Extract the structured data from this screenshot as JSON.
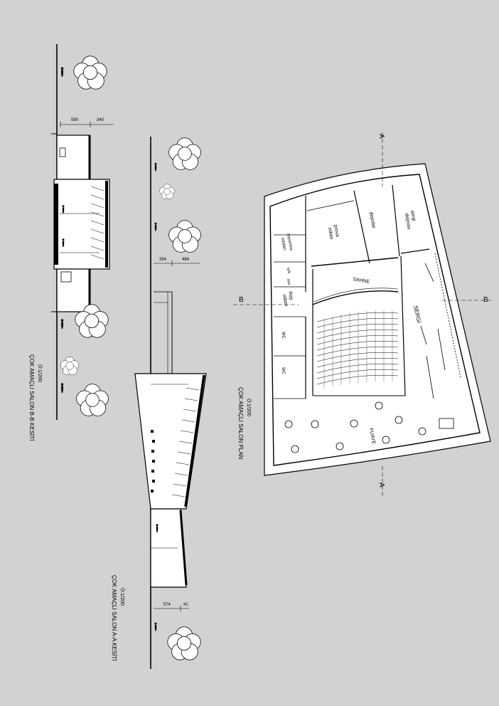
{
  "section_bb": {
    "title": "ÇOK AMAÇLI SALON B-B KESİTİ",
    "scale": "Ö:1/200",
    "dim_a": "590",
    "dim_b": "340"
  },
  "section_aa": {
    "title": "ÇOK AMAÇLI SALON A-A KESİTİ",
    "scale": "Ö:1/200",
    "dim_top_a": "354",
    "dim_top_b": "484",
    "dim_bottom_a": "574",
    "dim_bottom_b": "41"
  },
  "plan": {
    "title": "ÇOK AMAÇLI SALON PLAN",
    "scale": "Ö:1/200",
    "rooms": {
      "depolar": "depolar",
      "sergi_deposu_1": "sergi",
      "sergi_deposu_2": "deposu",
      "prova_1": "prova",
      "prova_2": "odası",
      "soyunma_1": "soyunma",
      "soyunma_2": "odaları",
      "isik_1": "ışık",
      "isik_2": "ses",
      "reji_1": "Reji",
      "reji_2": "odası",
      "sahne": "SAHNE",
      "sergi": "SERGİ",
      "fuaye": "FUAYE",
      "wc1": "WC",
      "wc2": "WC"
    },
    "markers": {
      "a_top": "A",
      "a_bottom": "A",
      "b_left": "B",
      "b_right": "B"
    }
  }
}
